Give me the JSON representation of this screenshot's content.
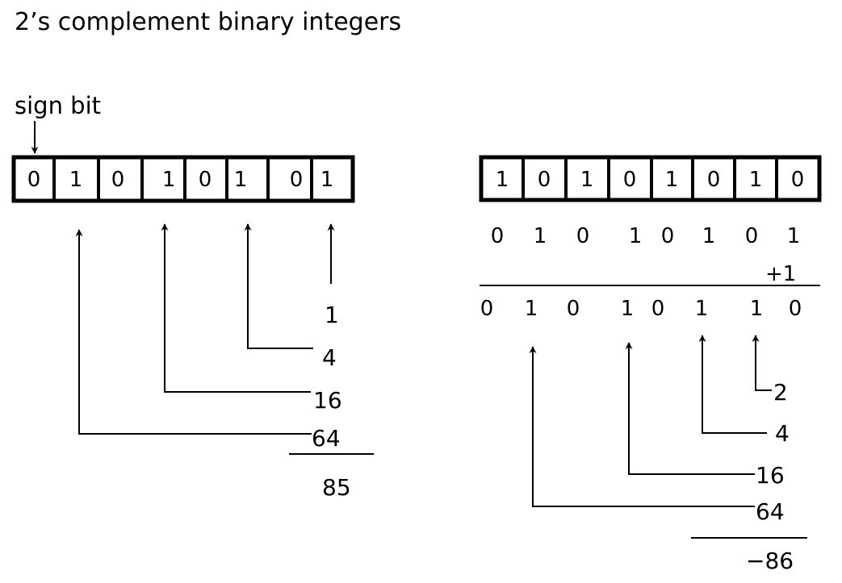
{
  "title": "2’s complement binary integers",
  "sign_bit_label": "sign bit",
  "left": {
    "register_bits": [
      "0",
      "1",
      "0",
      "1",
      "0",
      "1",
      "0",
      "1"
    ],
    "weights": [
      "1",
      "4",
      "16",
      "64"
    ],
    "total": "85"
  },
  "right": {
    "register_bits": [
      "1",
      "0",
      "1",
      "0",
      "1",
      "0",
      "1",
      "0"
    ],
    "inverted_bits": [
      "0",
      "1",
      "0",
      "1",
      "0",
      "1",
      "0",
      "1"
    ],
    "plus_one": "+1",
    "sum_bits": [
      "0",
      "1",
      "0",
      "1",
      "0",
      "1",
      "1",
      "0"
    ],
    "weights": [
      "2",
      "4",
      "16",
      "64"
    ],
    "total": "−86"
  },
  "colors": {
    "ink": "#000000",
    "background": "#ffffff"
  }
}
